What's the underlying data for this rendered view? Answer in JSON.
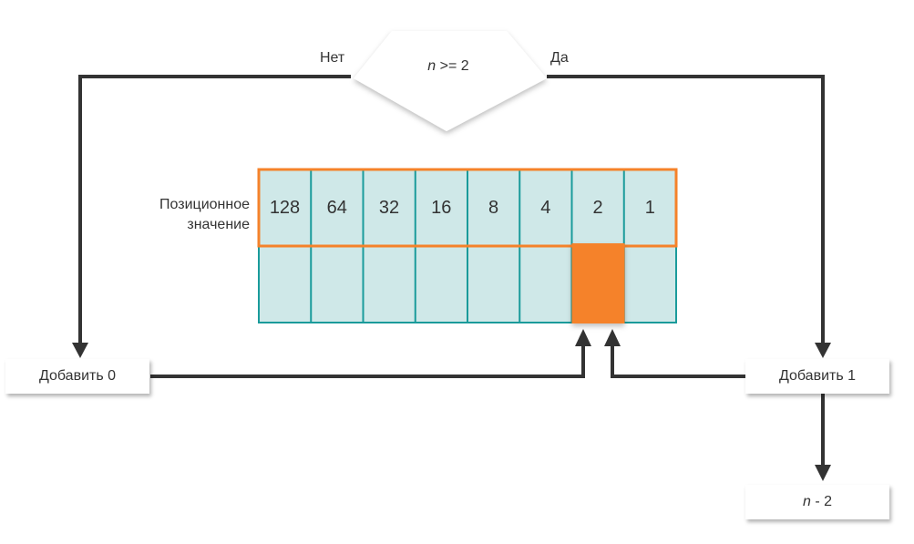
{
  "decision": {
    "var": "n",
    "op": ">= 2",
    "no_label": "Нет",
    "yes_label": "Да"
  },
  "table": {
    "row_label_line1": "Позиционное",
    "row_label_line2": "значение",
    "place_values": [
      "128",
      "64",
      "32",
      "16",
      "8",
      "4",
      "2",
      "1"
    ],
    "highlighted_index": 6
  },
  "boxes": {
    "add0": "Добавить 0",
    "add1": "Добавить 1",
    "minus_var": "n",
    "minus_op": " - 2"
  },
  "colors": {
    "orange": "#f5822a",
    "teal": "#1a9b9b",
    "cell_fill": "#cfe8e8",
    "line": "#333333"
  }
}
